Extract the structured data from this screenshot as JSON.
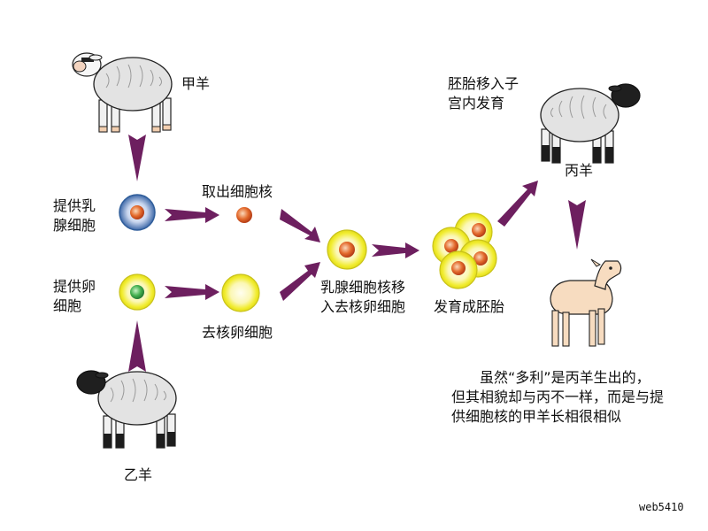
{
  "labels": {
    "sheep_a": "甲羊",
    "sheep_b": "乙羊",
    "sheep_c": "丙羊",
    "provide_mammary_l1": "提供乳",
    "provide_mammary_l2": "腺细胞",
    "provide_egg_l1": "提供卵",
    "provide_egg_l2": "细胞",
    "extract_nucleus": "取出细胞核",
    "enucleated_egg": "去核卵细胞",
    "fusion_l1": "乳腺细胞核移",
    "fusion_l2": "入去核卵细胞",
    "embryo": "发育成胚胎",
    "transfer_l1": "胚胎移入子",
    "transfer_l2": "宫内发育"
  },
  "note": {
    "line1": "虽然“多利”是丙羊生出的，",
    "line2": "但其相貌却与丙不一样，而是与提",
    "line3": "供细胞核的甲羊长相很相似"
  },
  "watermark": "web5410",
  "colors": {
    "arrow": "#6d1f5f",
    "arrow_head": "#8a2f7a",
    "egg_yellow": "#f2ef2e",
    "egg_center": "#fdfbd0",
    "nucleus_orange": "#d9531e",
    "mammary_blue": "#4f79b8",
    "green_nucleus": "#3da84a",
    "dolly_skin": "#f7dcc0"
  }
}
